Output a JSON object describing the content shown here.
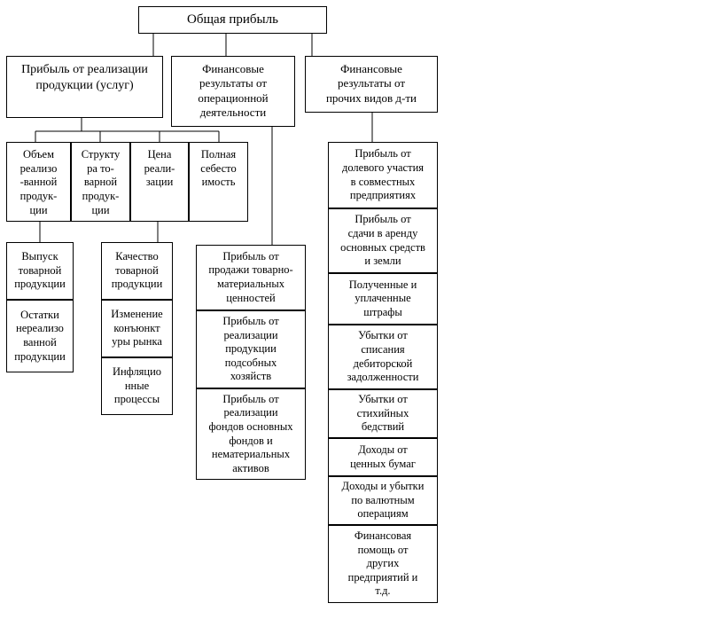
{
  "root": "Общая  прибыль",
  "level1": {
    "sales": "Прибыль от реализации\nпродукции (услуг)",
    "operational": "Финансовые\nрезультаты от\nоперационной\nдеятельности",
    "other": "Финансовые\nрезультаты от\nпрочих видов д-ти"
  },
  "factors": {
    "volume": "Объем\nреализо\n-ванной\nпродук-\nции",
    "structure": "Структу\nра то-\nварной\nпродук-\nции",
    "price": "Цена\nреали-\nзации",
    "cost": "Полная\nсебесто\nимость"
  },
  "volume_items": [
    "Выпуск\nтоварной\nпродукции",
    "Остатки\nнереализо\nванной\nпродукции"
  ],
  "price_items": [
    "Качество\nтоварной\nпродукции",
    "Изменение\nконъюнкт\nуры рынка",
    "Инфляцио\nнные\nпроцессы"
  ],
  "operational_items": [
    "Прибыль от\nпродажи товарно-\nматериальных\nценностей",
    "Прибыль от\nреализации\nпродукции\nподсобных\nхозяйств",
    "Прибыль от\nреализации\nфондов основных\nфондов и\nнематериальных\nактивов"
  ],
  "other_items": [
    "Прибыль от\nдолевого участия\nв совместных\nпредприятиях",
    "Прибыль от\nсдачи в аренду\nосновных средств\nи земли",
    "Полученные и\nуплаченные\nштрафы",
    "Убытки от\nсписания\nдебиторской\nзадолженности",
    "Убытки от\nстихийных\nбедствий",
    "Доходы от\nценных бумаг",
    "Доходы и убытки\nпо валютным\nоперациям",
    "Финансовая\nпомощь от\nдругих\nпредприятий и\nт.д."
  ]
}
